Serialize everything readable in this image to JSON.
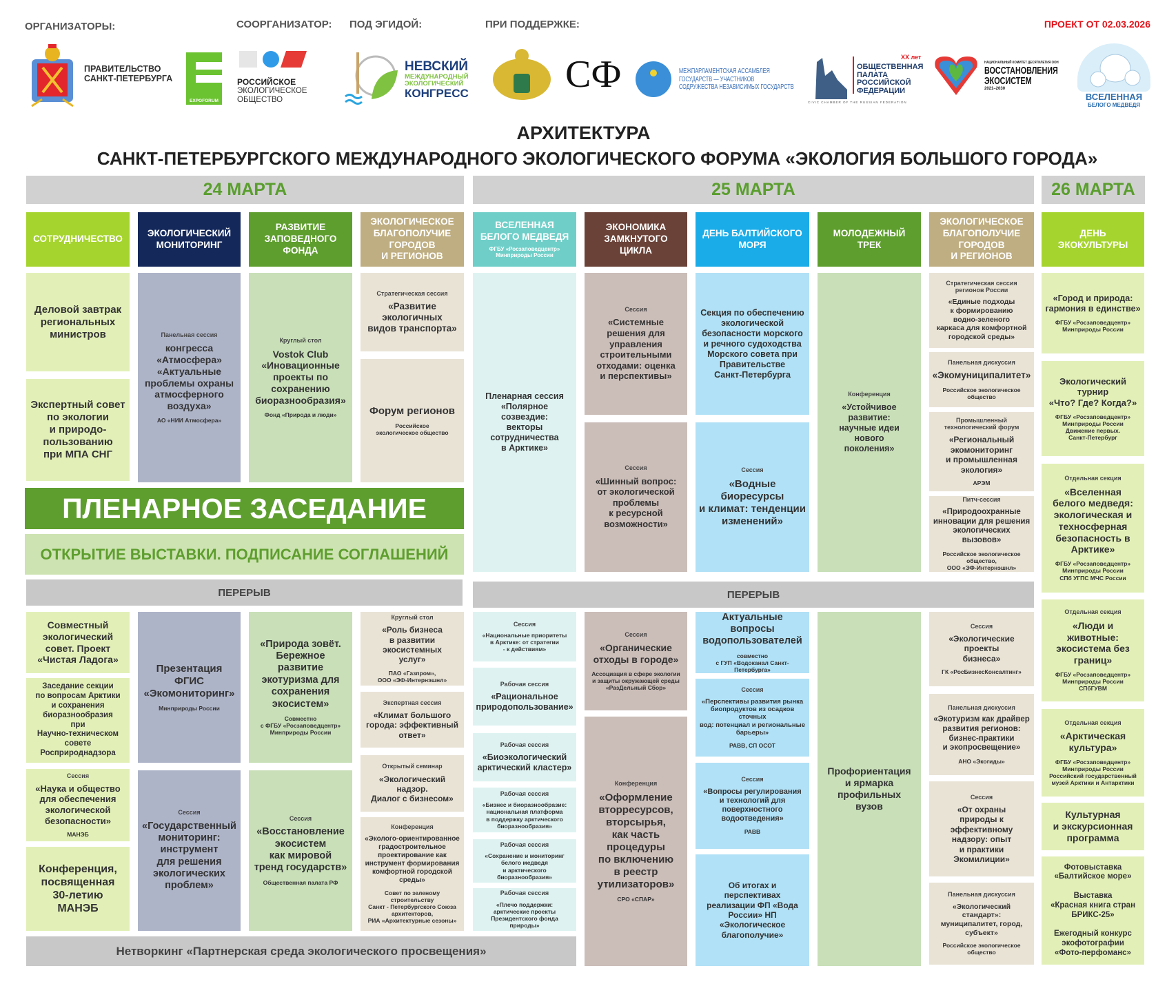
{
  "header": {
    "labels": {
      "organizers": "ОРГАНИЗАТОРЫ:",
      "coorganizer": "СООРГАНИЗАТОР:",
      "aegis": "ПОД ЭГИДОЙ:",
      "support": "ПРИ ПОДДЕРЖКЕ:"
    },
    "draft": "ПРОЕКТ ОТ 02.03.2026",
    "logos": {
      "gov": "ПРАВИТЕЛЬСТВО\nСАНКТ-ПЕТЕРБУРГА",
      "expoforum": "EXPOFORUM",
      "reo_bold": "РОССИЙСКОЕ",
      "reo_rest": "ЭКОЛОГИЧЕСКОЕ\nОБЩЕСТВО",
      "nevsky_1": "НЕВСКИЙ",
      "nevsky_2": "МЕЖДУНАРОДНЫЙ\nЭКОЛОГИЧЕСКИЙ",
      "nevsky_3": "КОНГРЕСС",
      "sf": "СФ",
      "mpa": "МЕЖПАРЛАМЕНТСКАЯ АССАМБЛЕЯ\nГОСУДАРСТВ — УЧАСТНИКОВ\nСОДРУЖЕСТВА НЕЗАВИСИМЫХ ГОСУДАРСТВ",
      "civic": "ОБЩЕСТВЕННАЯ\nПАЛАТА\nРОССИЙСКОЙ\nФЕДЕРАЦИИ",
      "civic_years": "XX лет",
      "civic_en": "CIVIC CHAMBER OF THE RUSSIAN FEDERATION",
      "un_small": "НАЦИОНАЛЬНЫЙ КОМИТЕТ ДЕСЯТИЛЕТИЯ ООН",
      "un_big": "ВОССТАНОВЛЕНИЯ\nЭКОСИСТЕМ",
      "un_years": "2021–2030",
      "bear_1": "ВСЕЛЕННАЯ",
      "bear_2": "БЕЛОГО МЕДВЕДЯ"
    }
  },
  "title": {
    "line1": "АРХИТЕКТУРА",
    "line2": "САНКТ-ПЕТЕРБУРГСКОГО МЕЖДУНАРОДНОГО ЭКОЛОГИЧЕСКОГО ФОРУМА «ЭКОЛОГИЯ БОЛЬШОГО ГОРОДА»"
  },
  "days": [
    "24 МАРТА",
    "25 МАРТА",
    "26 МАРТА"
  ],
  "plenary": "ПЛЕНАРНОЕ ЗАСЕДАНИЕ",
  "opening": "ОТКРЫТИЕ ВЫСТАВКИ. ПОДПИСАНИЕ СОГЛАШЕНИЙ",
  "breaks": [
    "ПЕРЕРЫВ",
    "ПЕРЕРЫВ"
  ],
  "networking": "Нетворкинг «Партнерская среда экологического просвещения»",
  "colors": {
    "green": "#5e9e2e",
    "lime": "#a6d42f",
    "navy": "#14285a",
    "beige": "#bfae82",
    "teal": "#6fcfc8",
    "brown": "#6b4238",
    "blue": "#1aace8"
  },
  "columns": [
    {
      "header": "СОТРУДНИЧЕСТВО",
      "cards": [
        {
          "title": "Деловой завтрак\nрегиональных\nминистров"
        },
        {
          "title": "Экспертный совет\nпо экологии\nи природо-\nпользованию\nпри МПА СНГ"
        },
        {
          "title": "Совместный\nэкологический\nсовет. Проект\n«Чистая Ладога»"
        },
        {
          "title": "Заседание секции\nпо вопросам Арктики\nи сохранения\nбиоразнообразия\nпри\nНаучно-техническом\nсовете\nРосприроднадзора"
        },
        {
          "type": "Сессия",
          "title": "«Наука и общество\nдля обеспечения\nэкологической\nбезопасности»",
          "org": "МАНЭБ"
        },
        {
          "title": "Конференция,\nпосвященная\n30-летию\nМАНЭБ"
        }
      ]
    },
    {
      "header": "ЭКОЛОГИЧЕСКИЙ\nМОНИТОРИНГ",
      "cards": [
        {
          "type": "Панельная сессия",
          "title": "конгресса\n«Атмосфера»\n«Актуальные\nпроблемы охраны\nатмосферного\nвоздуха»",
          "org": "АО «НИИ Атмосфера»"
        },
        {
          "title": "Презентация\nФГИС\n«Экомониторинг»",
          "org": "Минприроды России"
        },
        {
          "type": "Сессия",
          "title": "«Государственный\nмониторинг:\nинструмент\nдля решения\nэкологических\nпроблем»"
        }
      ]
    },
    {
      "header": "РАЗВИТИЕ\nЗАПОВЕДНОГО\nФОНДА",
      "cards": [
        {
          "type": "Круглый стол",
          "title": "Vostok Club\n«Иновационные\nпроекты по\nсохранению\nбиоразнообразия»",
          "org": "Фонд «Природа и люди»"
        },
        {
          "title": "«Природа зовёт.\nБережное\nразвитие\nэкотуризма для\nсохранения\nэкосистем»",
          "org": "Совместно\nс ФГБУ «Росзаповедцентр»\nМинприроды России"
        },
        {
          "type": "Сессия",
          "title": "«Восстановление\nэкосистем\nкак мировой\nтренд государств»",
          "org": "Общественная палата РФ"
        }
      ]
    },
    {
      "header": "ЭКОЛОГИЧЕСКОЕ\nБЛАГОПОЛУЧИЕ\nГОРОДОВ\nИ РЕГИОНОВ",
      "cards": [
        {
          "type": "Стратегическая сессия",
          "title": "«Развитие\nэкологичных\nвидов транспорта»"
        },
        {
          "title": "Форум регионов",
          "org": "Российское\nэкологическое общество"
        },
        {
          "type": "Круглый стол",
          "title": "«Роль бизнеса\nв развитии\nэкосистемных\nуслуг»",
          "org": "ПАО «Газпром»,\nООО «ЭФ-Интернэшнл»"
        },
        {
          "type": "Экспертная сессия",
          "title": "«Климат большого\nгорода: эффективный\nответ»"
        },
        {
          "type": "Открытый семинар",
          "title": "«Экологический надзор.\nДиалог с бизнесом»"
        },
        {
          "type": "Конференция",
          "title": "«Эколого-ориентированное\nградостроительное\nпроектирование как\nинструмент формирования\nкомфортной городской\nсреды»",
          "org": "Совет по зеленому строительству\nСанкт - Петербургского Союза\nархитекторов,\nРИА «Архитектурные сезоны»"
        }
      ]
    },
    {
      "header": "ВСЕЛЕННАЯ\nБЕЛОГО МЕДВЕДЯ",
      "sub": "ФГБУ «Росзаповедцентр»\nМинприроды России",
      "cards": [
        {
          "title": "Пленарная сессия\n«Полярное\nсозвездие:\nвекторы\nсотрудничества\nв Арктике»"
        },
        {
          "type": "Сессия",
          "title": "«Национальные приоритеты\nв Арктике: от стратегии\n- к действиям»"
        },
        {
          "type": "Рабочая сессия",
          "title": "«Рациональное\nприродопользование»"
        },
        {
          "type": "Рабочая сессия",
          "title": "«Биоэкологический\nарктический кластер»"
        },
        {
          "type": "Рабочая сессия",
          "title": "«Бизнес и биоразнообразие:\nнациональная платформа\nв поддержку арктического\nбиоразнообразия»"
        },
        {
          "type": "Рабочая сессия",
          "title": "«Сохранение и мониторинг\nбелого медведя\nи арктического\nбиоразнообразия»"
        },
        {
          "type": "Рабочая сессия",
          "title": "«Плечо поддержки:\nарктические проекты\nПрезидентского фонда\nприроды»"
        }
      ]
    },
    {
      "header": "ЭКОНОМИКА\nЗАМКНУТОГО\nЦИКЛА",
      "cards": [
        {
          "type": "Сессия",
          "title": "«Системные\nрешения для\nуправления\nстроительными\nотходами: оценка\nи перспективы»"
        },
        {
          "type": "Сессия",
          "title": "«Шинный вопрос:\nот экологической\nпроблемы\nк ресурсной\nвозможности»"
        },
        {
          "type": "Сессия",
          "title": "«Органические\nотходы в городе»",
          "org": "Ассоциация в сфере экологии\nи защиты окружающей среды\n«РазДельный Сбор»"
        },
        {
          "type": "Конференция",
          "title": "«Оформление\nвторресурсов,\nвторсырья,\nкак часть\nпроцедуры\nпо включению\nв реестр\nутилизаторов»",
          "org": "СРО «СПАР»"
        }
      ]
    },
    {
      "header": "ДЕНЬ БАЛТИЙСКОГО\nМОРЯ",
      "cards": [
        {
          "title": "Секция по обеспечению\nэкологической\nбезопасности морского\nи речного судоходства\nМорского совета при\nПравительстве\nСанкт-Петербурга"
        },
        {
          "type": "Сессия",
          "title": "«Водные биоресурсы\nи климат: тенденции\nизменений»"
        },
        {
          "title": "Актуальные вопросы\nводопользователей",
          "org": "совместно\nс ГУП «Водоканал Санкт-Петербурга»"
        },
        {
          "type": "Сессия",
          "title": "«Перспективы развития рынка\nбиопродуктов из осадков сточных\nвод: потенциал и региональные\nбарьеры»",
          "org": "РАВВ, СП ОСОТ"
        },
        {
          "type": "Сессия",
          "title": "«Вопросы регулирования\nи технологий для\nповерхностного\nводоотведения»",
          "org": "РАВВ"
        },
        {
          "title": "Об итогах и\nперспективах\nреализации ФП «Вода\nРоссии» НП\n«Экологическое\nблагополучие»"
        }
      ]
    },
    {
      "header": "МОЛОДЕЖНЫЙ\nТРЕК",
      "cards": [
        {
          "type": "Конференция",
          "title": "«Устойчивое\nразвитие:\nнаучные идеи\nнового\nпоколения»"
        },
        {
          "title": "Профориентация\nи ярмарка\nпрофильных\nвузов"
        }
      ]
    },
    {
      "header": "ЭКОЛОГИЧЕСКОЕ\nБЛАГОПОЛУЧИЕ\nГОРОДОВ\nИ РЕГИОНОВ",
      "cards": [
        {
          "type": "Стратегическая сессия\nрегионов России",
          "title": "«Единые подходы\nк формированию\nводно-зеленого\nкаркаса для комфортной\nгородской среды»"
        },
        {
          "type": "Панельная дискуссия",
          "title": "«Экомуниципалитет»",
          "org": "Российское экологическое\nобщество"
        },
        {
          "type": "Промышленный\nтехнологический форум",
          "title": "«Региональный\nэкомониторинг\nи промышленная\nэкология»",
          "org": "АРЭМ"
        },
        {
          "type": "Питч-сессия",
          "title": "«Природоохранные\nинновации для решения\nэкологических\nвызовов»",
          "org": "Российское экологическое общество,\nООО «ЭФ-Интернэшнл»"
        },
        {
          "type": "Сессия",
          "title": "«Экологические\nпроекты\nбизнеса»",
          "org": "ГК «РосБизнесКонсалтинг»"
        },
        {
          "type": "Панельная дискуссия",
          "title": "«Экотуризм как драйвер\nразвития регионов:\nбизнес-практики\nи экопросвещение»",
          "org": "АНО «Экогиды»"
        },
        {
          "type": "Сессия",
          "title": "«От охраны\nприроды к\nэффективному\nнадзору: опыт\nи практики\nЭкомилиции»"
        },
        {
          "type": "Панельная дискуссия",
          "title": "«Экологический стандарт»:\nмуниципалитет, город,\nсубъект»",
          "org": "Российское экологическое\nобщество"
        }
      ]
    },
    {
      "header": "ДЕНЬ\nЭКОКУЛЬТУРЫ",
      "cards": [
        {
          "title": "«Город и природа:\nгармония в единстве»",
          "org": "ФГБУ «Росзаповедцентр»\nМинприроды России"
        },
        {
          "title": "Экологический турнир\n«Что? Где? Когда?»",
          "org": "ФГБУ «Росзаповедцентр»\nМинприроды России\nДвижение первых.\nСанкт-Петербург"
        },
        {
          "type": "Отдельная секция",
          "title": "«Вселенная\nбелого медведя:\nэкологическая и\nтехносферная\nбезопасность в\nАрктике»",
          "org": "ФГБУ «Росзаповедцентр»\nМинприроды России\nСПб УГПС МЧС России"
        },
        {
          "type": "Отдельная секция",
          "title": "«Люди и\nживотные:\nэкосистема без\nграниц»",
          "org": "ФГБУ «Росзаповедцентр»\nМинприроды России\nСПбГУВМ"
        },
        {
          "type": "Отдельная секция",
          "title": "«Арктическая\nкультура»",
          "org": "ФГБУ «Росзаповедцентр»\nМинприроды России\nРоссийский государственный\nмузей Арктики и Антарктики"
        },
        {
          "title": "Культурная\nи экскурсионная\nпрограмма"
        },
        {
          "title": "Фотовыставка\n«Балтийское море»\n\nВыставка\n«Красная книга стран\nБРИКС-25»\n\nЕжегодный конкурс\nэкофотографии\n«Фото-перфоманс»"
        }
      ]
    }
  ]
}
